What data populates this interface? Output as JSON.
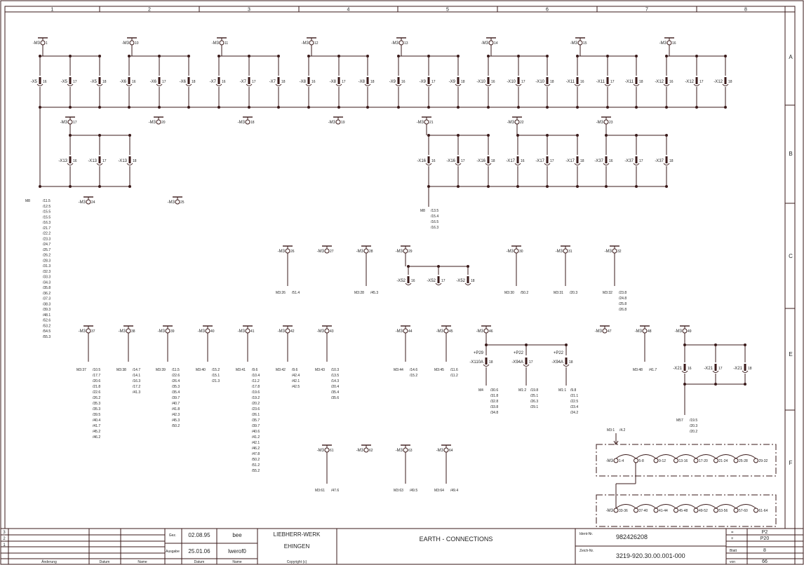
{
  "columns": [
    "1",
    "2",
    "3",
    "4",
    "5",
    "6",
    "7",
    "8"
  ],
  "rows": [
    "A",
    "B",
    "C",
    "E",
    "F"
  ],
  "rowA": {
    "groups": [
      {
        "bus": "-M3",
        "num": "1",
        "left": "-X5",
        "mid": "-X5",
        "right": "-X5"
      },
      {
        "bus": "-M3",
        "num": "10",
        "left": "-X6",
        "mid": "-X6",
        "right": "-X6"
      },
      {
        "bus": "-M3",
        "num": "11",
        "left": "-X7",
        "mid": "-X7",
        "right": "-X7"
      },
      {
        "bus": "-M3",
        "num": "12",
        "left": "-X8",
        "mid": "-X8",
        "right": "-X8"
      },
      {
        "bus": "-M3",
        "num": "13",
        "left": "-X9",
        "mid": "-X9",
        "right": "-X9"
      },
      {
        "bus": "-M3",
        "num": "14",
        "left": "-X10",
        "mid": "-X10",
        "right": "-X10"
      },
      {
        "bus": "-M3",
        "num": "15",
        "left": "-X11",
        "mid": "-X11",
        "right": "-X11"
      },
      {
        "bus": "-M3",
        "num": "16",
        "left": "-X12",
        "mid": "-X12",
        "right": "-X12"
      }
    ],
    "pins": [
      "16",
      "17",
      "18"
    ]
  },
  "rowB": {
    "topEarths": [
      {
        "bus": "-M3",
        "num": "17"
      },
      {
        "bus": "-M3",
        "num": "20"
      },
      {
        "bus": "-M3",
        "num": "18"
      },
      {
        "bus": "-M3",
        "num": "19"
      },
      {
        "bus": "-M3",
        "num": "21"
      },
      {
        "bus": "-M3",
        "num": "22"
      },
      {
        "bus": "-M3",
        "num": "23"
      }
    ],
    "groups": [
      {
        "label": "-X13"
      },
      {
        "label": "-X16"
      },
      {
        "label": "-X17"
      },
      {
        "label": "-X37"
      }
    ],
    "bottomEarths": [
      {
        "bus": "-M3",
        "num": "24"
      },
      {
        "bus": "-M3",
        "num": "25"
      }
    ],
    "m8Label": "M8",
    "m8Refs": [
      "/11.5",
      "/12.5",
      "/15.5",
      "/15.5",
      "/16.3",
      "/21.7",
      "/22.2",
      "/23.3",
      "/24.7",
      "/25.7",
      "/26.2",
      "/28.3",
      "/31.3",
      "/32.3",
      "/33.3",
      "/34.3",
      "/35.8",
      "/36.2",
      "/37.3",
      "/38.3",
      "/39.3",
      "/48.1",
      "/52.6",
      "/53.2",
      "/54.5",
      "/55.3"
    ],
    "m8bLabel": "M8",
    "m8bRefs": [
      "/13.5",
      "/15.4",
      "/16.5",
      "/16.3"
    ]
  },
  "rowC": {
    "items": [
      {
        "num": "26",
        "conn": "M3:26",
        "ref": "/51.4"
      },
      {
        "num": "27",
        "conn": "",
        "ref": ""
      },
      {
        "num": "28",
        "conn": "M3:28",
        "ref": "/45.3"
      },
      {
        "num": "29",
        "conn": "",
        "ref": ""
      },
      {
        "num": "30",
        "conn": "M3:30",
        "ref": "/50.2"
      },
      {
        "num": "31",
        "conn": "M3:31",
        "ref": "/20.3"
      },
      {
        "num": "32",
        "conn": "M3:32",
        "ref": "/23.8"
      }
    ],
    "x52": "-X52",
    "m332extra": [
      "/24.8",
      "/25.8",
      "/26.8"
    ]
  },
  "rowE": {
    "items": [
      {
        "num": "37",
        "conn": "M3:37",
        "refs": [
          "/10.5",
          "/17.7",
          "/20.6",
          "/21.8",
          "/22.6",
          "/26.2",
          "/35.3",
          "/35.3",
          "/39.5",
          "/40.4",
          "/41.7",
          "/45.2",
          "/46.2"
        ]
      },
      {
        "num": "38",
        "conn": "M3:38",
        "refs": [
          "/14.7",
          "/14.1",
          "/16.3",
          "/17.2",
          "/41.3"
        ]
      },
      {
        "num": "39",
        "conn": "M3:39",
        "refs": [
          "/11.5",
          "/22.6",
          "/26.4",
          "/35.3",
          "/35.4",
          "/39.7",
          "/40.7",
          "/41.8",
          "/42.3",
          "/45.3",
          "/50.2"
        ]
      },
      {
        "num": "40",
        "conn": "M3:40",
        "refs": [
          "/15.2",
          "/15.1",
          "/21.3"
        ]
      },
      {
        "num": "41",
        "conn": "M3:41",
        "refs": [
          "/9.6",
          "/10.4",
          "/11.2",
          "/17.8",
          "/19.6",
          "/19.2",
          "/20.2",
          "/23.6",
          "/26.1",
          "/35.7",
          "/39.7",
          "/40.6",
          "/41.2",
          "/42.1",
          "/46.2",
          "/47.8",
          "/50.2",
          "/51.2",
          "/55.2"
        ]
      },
      {
        "num": "42",
        "conn": "M3:42",
        "refs": [
          "/9.6",
          "/42.4",
          "/42.1",
          "/42.5"
        ]
      },
      {
        "num": "43",
        "conn": "M3:43",
        "refs": [
          "/10.3",
          "/13.5",
          "/14.3",
          "/20.4",
          "/35.4",
          "/35.6"
        ]
      },
      {
        "num": "44",
        "conn": "M3:44",
        "refs": [
          "/14.6",
          "/15.2"
        ]
      },
      {
        "num": "45",
        "conn": "M3:45",
        "refs": [
          "/11.6",
          "/11.2"
        ]
      },
      {
        "num": "46",
        "conn": "",
        "refs": []
      },
      {
        "num": "47",
        "conn": "",
        "refs": []
      },
      {
        "num": "48",
        "conn": "M3:48",
        "refs": [
          "/41.7"
        ]
      },
      {
        "num": "49",
        "conn": "",
        "refs": []
      }
    ],
    "plugs": [
      {
        "top": "+P29",
        "bot": "-X110A",
        "pin": "18",
        "conn": "M4",
        "refs": [
          "/30.6",
          "/31.8",
          "/32.8",
          "/33.8",
          "/34.8"
        ]
      },
      {
        "top": "+P22",
        "bot": "-X94A",
        "pin": "17",
        "conn": "M1:2",
        "refs": [
          "/19.8",
          "/25.1",
          "/26.3",
          "/29.1"
        ]
      },
      {
        "top": "+P22",
        "bot": "-X94A",
        "pin": "18",
        "conn": "M1:1",
        "refs": [
          "/9.8",
          "/21.1",
          "/22.5",
          "/23.4",
          "/24.2"
        ]
      }
    ],
    "x21": "-X21",
    "m57": "M57",
    "m57refs": [
      "/19.5",
      "/20.3",
      "/20.2"
    ],
    "lower": [
      {
        "num": "61",
        "conn": "M3:61",
        "ref": "/47.6"
      },
      {
        "num": "62",
        "conn": "",
        "ref": ""
      },
      {
        "num": "63",
        "conn": "M3:63",
        "ref": "/49.5"
      },
      {
        "num": "64",
        "conn": "M3:64",
        "ref": "/49.4"
      }
    ]
  },
  "rowF": {
    "m3ref": "M3:1",
    "m3refv": "/4.2",
    "row1": [
      "1-4",
      "5-8",
      "9-12",
      "13-16",
      "17-20",
      "21-24",
      "25-28",
      "29-32"
    ],
    "row2": [
      "33-36",
      "37-40",
      "41-44",
      "45-48",
      "49-52",
      "53-56",
      "57-60",
      "61-64"
    ]
  },
  "titleBlock": {
    "rowNums": [
      "3",
      "2",
      "1"
    ],
    "headers": [
      "Änderung",
      "Datum",
      "Name"
    ],
    "gez": "Gez.",
    "gezDate": "02.08.95",
    "gezName": "bee",
    "ausgabe": "Ausgabe",
    "ausDate": "25.01.06",
    "ausName": "lwerof0",
    "datumLbl": "Datum",
    "nameLbl": "Name",
    "company1": "LIEBHERR-WERK",
    "company2": "EHINGEN",
    "copyright": "Copyright (c)",
    "title": "EARTH - CONNECTIONS",
    "identLbl": "Ident-Nr.",
    "identNo": "982426208",
    "zeichLbl": "Zeich-Nr.",
    "zeichNo": "3219-920.30.00.001-000",
    "eq": "=",
    "eqVal": "P2",
    "plus": "+",
    "plusVal": "P20",
    "blattLbl": "Blatt",
    "blattVal": "8",
    "vonLbl": "von",
    "vonVal": "66"
  }
}
